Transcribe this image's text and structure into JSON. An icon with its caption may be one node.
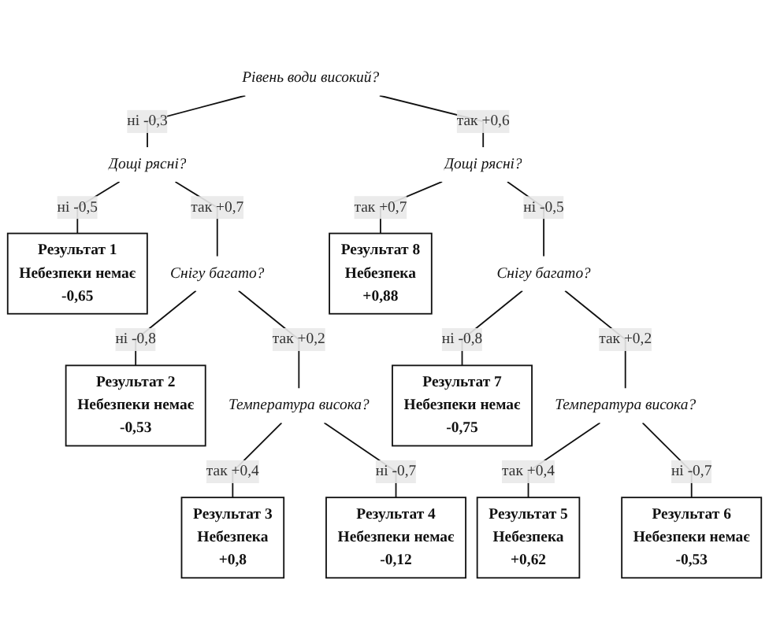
{
  "diagram": {
    "nodes": [
      {
        "text": [
          "Рівень води високий?"
        ]
      },
      {
        "text": [
          "Дощі рясні?"
        ]
      },
      {
        "text": [
          "Результат 1",
          "Небезпеки немає",
          "-0,65"
        ]
      },
      {
        "text": [
          "Снігу багато?"
        ]
      },
      {
        "text": [
          "Результат 2",
          "Небезпеки немає",
          "-0,53"
        ]
      },
      {
        "text": [
          "Температура висока?"
        ]
      },
      {
        "text": [
          "Результат 3",
          "Небезпека",
          "+0,8"
        ]
      },
      {
        "text": [
          "Результат 4",
          "Небезпеки немає",
          "-0,12"
        ]
      },
      {
        "text": [
          "Дощі рясні?"
        ]
      },
      {
        "text": [
          "Результат 8",
          "Небезпека",
          "+0,88"
        ]
      },
      {
        "text": [
          "Снігу багато?"
        ]
      },
      {
        "text": [
          "Результат 7",
          "Небезпеки немає",
          "-0,75"
        ]
      },
      {
        "text": [
          "Температура висока?"
        ]
      },
      {
        "text": [
          "Результат 5",
          "Небезпека",
          "+0,62"
        ]
      },
      {
        "text": [
          "Результат 6",
          "Небезпеки немає",
          "-0,53"
        ]
      }
    ],
    "edges": [
      {
        "from": 0,
        "to": 1,
        "arrow": "none",
        "label": "ні -0,3"
      },
      {
        "from": 0,
        "to": 8,
        "arrow": "none",
        "label": "так +0,6"
      },
      {
        "from": 1,
        "to": 2,
        "arrow": "none",
        "label": "ні -0,5"
      },
      {
        "from": 1,
        "to": 3,
        "arrow": "none",
        "label": "так +0,7"
      },
      {
        "from": 3,
        "to": 4,
        "arrow": "none",
        "label": "ні -0,8"
      },
      {
        "from": 3,
        "to": 5,
        "arrow": "none",
        "label": "так +0,2"
      },
      {
        "from": 5,
        "to": 6,
        "arrow": "none",
        "label": "так +0,4"
      },
      {
        "from": 5,
        "to": 7,
        "arrow": "none",
        "label": "ні -0,7"
      },
      {
        "from": 8,
        "to": 9,
        "arrow": "none",
        "label": "так +0,7"
      },
      {
        "from": 8,
        "to": 10,
        "arrow": "none",
        "label": "ні -0,5"
      },
      {
        "from": 10,
        "to": 11,
        "arrow": "none",
        "label": "ні -0,8"
      },
      {
        "from": 10,
        "to": 12,
        "arrow": "none",
        "label": "так +0,2"
      },
      {
        "from": 12,
        "to": 13,
        "arrow": "none",
        "label": "так +0,4"
      },
      {
        "from": 12,
        "to": 14,
        "arrow": "none",
        "label": "ні -0,7"
      }
    ]
  }
}
